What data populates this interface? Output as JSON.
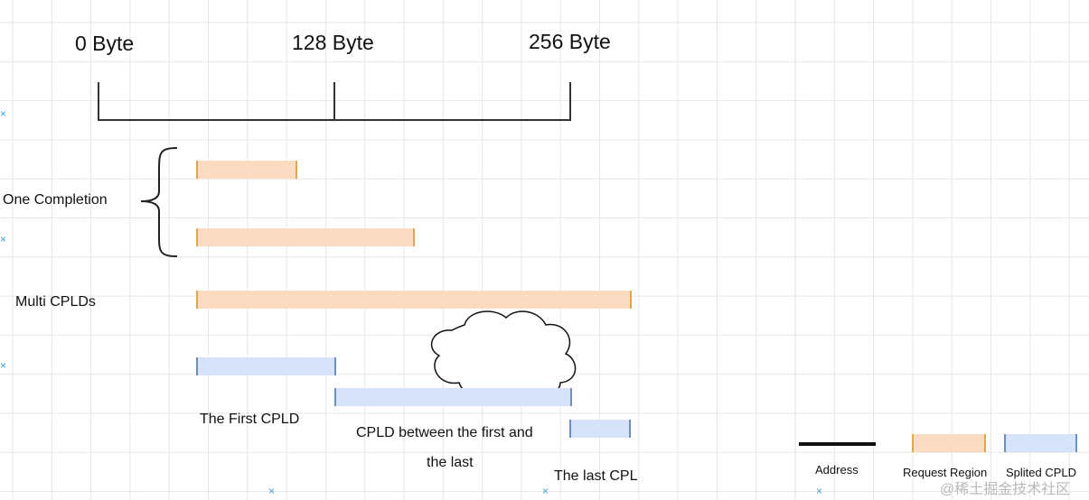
{
  "axis": {
    "tick_0": "0 Byte",
    "tick_128": "128 Byte",
    "tick_256": "256 Byte"
  },
  "labels": {
    "one_completion": "One Completion",
    "multi_cplds": "Multi CPLDs",
    "first_cpld": "The First  CPLD",
    "between_line1": "CPLD between the first and",
    "between_line2": "the last",
    "last_cpl": "The last CPL"
  },
  "legend": {
    "address": "Address",
    "request_region": "Request Region",
    "splited_cpld": "Splited CPLD"
  },
  "watermark": "@稀土掘金技术社区",
  "colors": {
    "request_fill": "#fbdcc3",
    "request_edge": "#e0a84a",
    "split_fill": "#d6e3fa",
    "split_edge": "#6f8fbf",
    "grid": "#e6e6e6"
  }
}
